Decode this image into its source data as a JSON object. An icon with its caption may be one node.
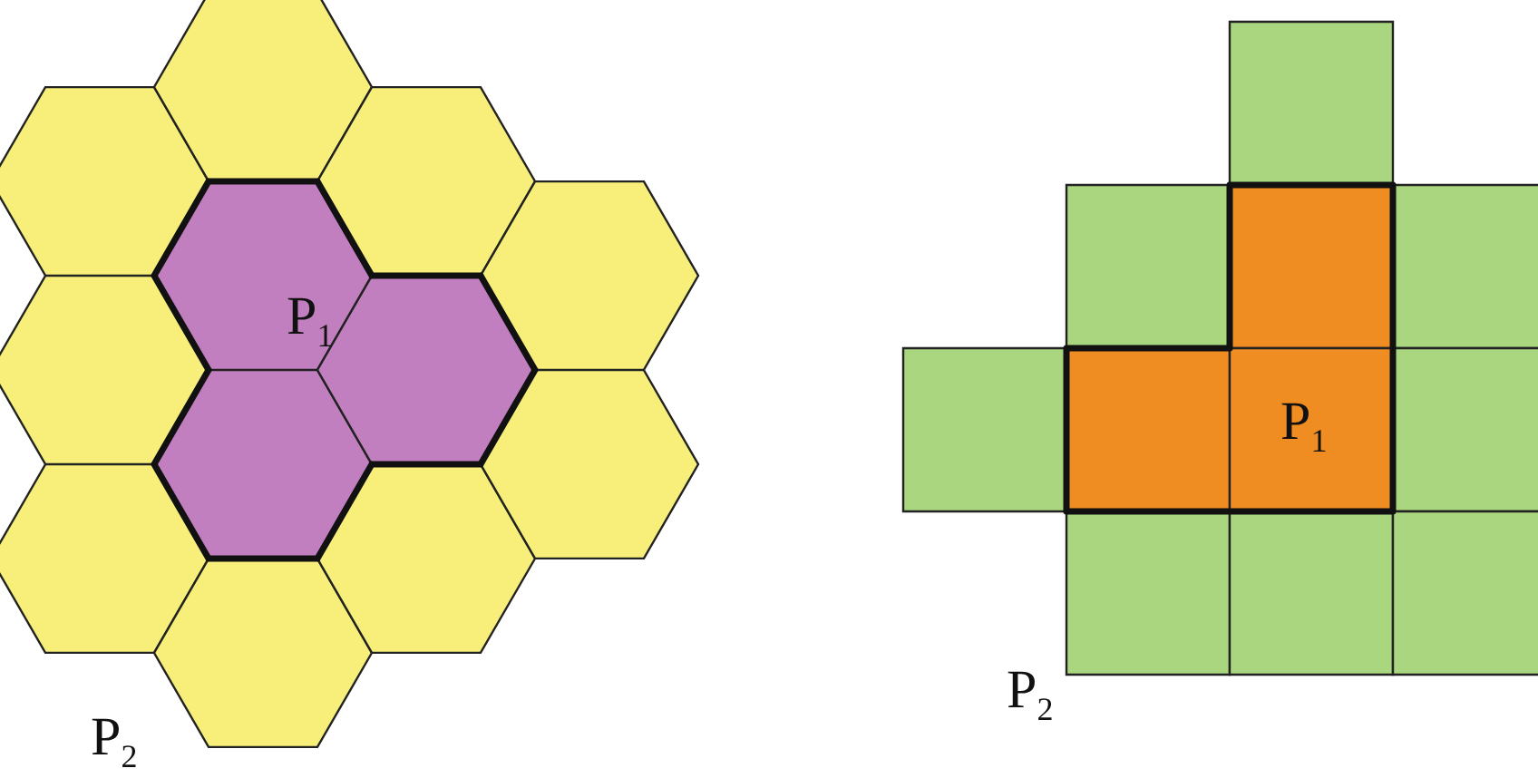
{
  "diagram": {
    "labels": [
      "P$_{1}$",
      "P$_{2}$",
      "P$_{1}$",
      "P$_{2}$"
    ]
  }
}
